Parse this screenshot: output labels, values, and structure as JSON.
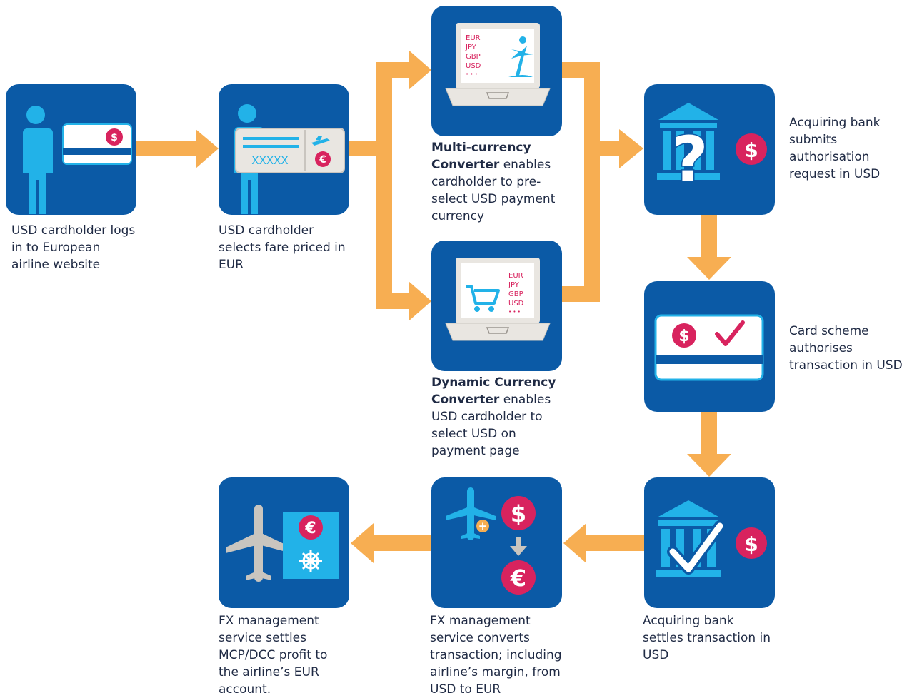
{
  "steps": {
    "login": {
      "caption": "USD cardholder logs in to European airline website",
      "card_symbol": "$"
    },
    "select_fare": {
      "caption": "USD cardholder selects fare priced in EUR",
      "ticket_code": "XXXXX",
      "currency_symbol": "€"
    },
    "mcp": {
      "caption_bold": "Multi-currency Converter",
      "caption_rest": " enables cardholder to pre-select USD payment currency",
      "screen_currencies": [
        "EUR",
        "JPY",
        "GBP",
        "USD"
      ],
      "ellipsis": "• • •"
    },
    "dcc": {
      "caption_bold": "Dynamic Currency Converter",
      "caption_rest": " enables USD cardholder to select USD on payment page",
      "screen_currencies": [
        "EUR",
        "JPY",
        "GBP",
        "USD"
      ],
      "ellipsis": "• • •"
    },
    "acq_request": {
      "caption": "Acquiring bank submits authorisation request in USD",
      "symbol_q": "?",
      "currency_symbol": "$"
    },
    "scheme": {
      "caption": "Card scheme authorises transaction in USD",
      "currency_symbol": "$"
    },
    "acq_settle": {
      "caption": "Acquiring bank settles transaction in USD",
      "currency_symbol": "$"
    },
    "fx_convert": {
      "caption": "FX management service converts transaction; including airline’s margin, from USD to EUR",
      "from_symbol": "$",
      "to_symbol": "€",
      "plus_symbol": "+"
    },
    "fx_settle": {
      "caption": "FX management service settles MCP/DCC profit to the airline’s EUR account.",
      "currency_symbol": "€"
    }
  },
  "colors": {
    "tile": "#0b5aa6",
    "accent_blue": "#22b2e8",
    "pink": "#d8235e",
    "arrow": "#f7ae52",
    "text": "#1f2a44"
  }
}
